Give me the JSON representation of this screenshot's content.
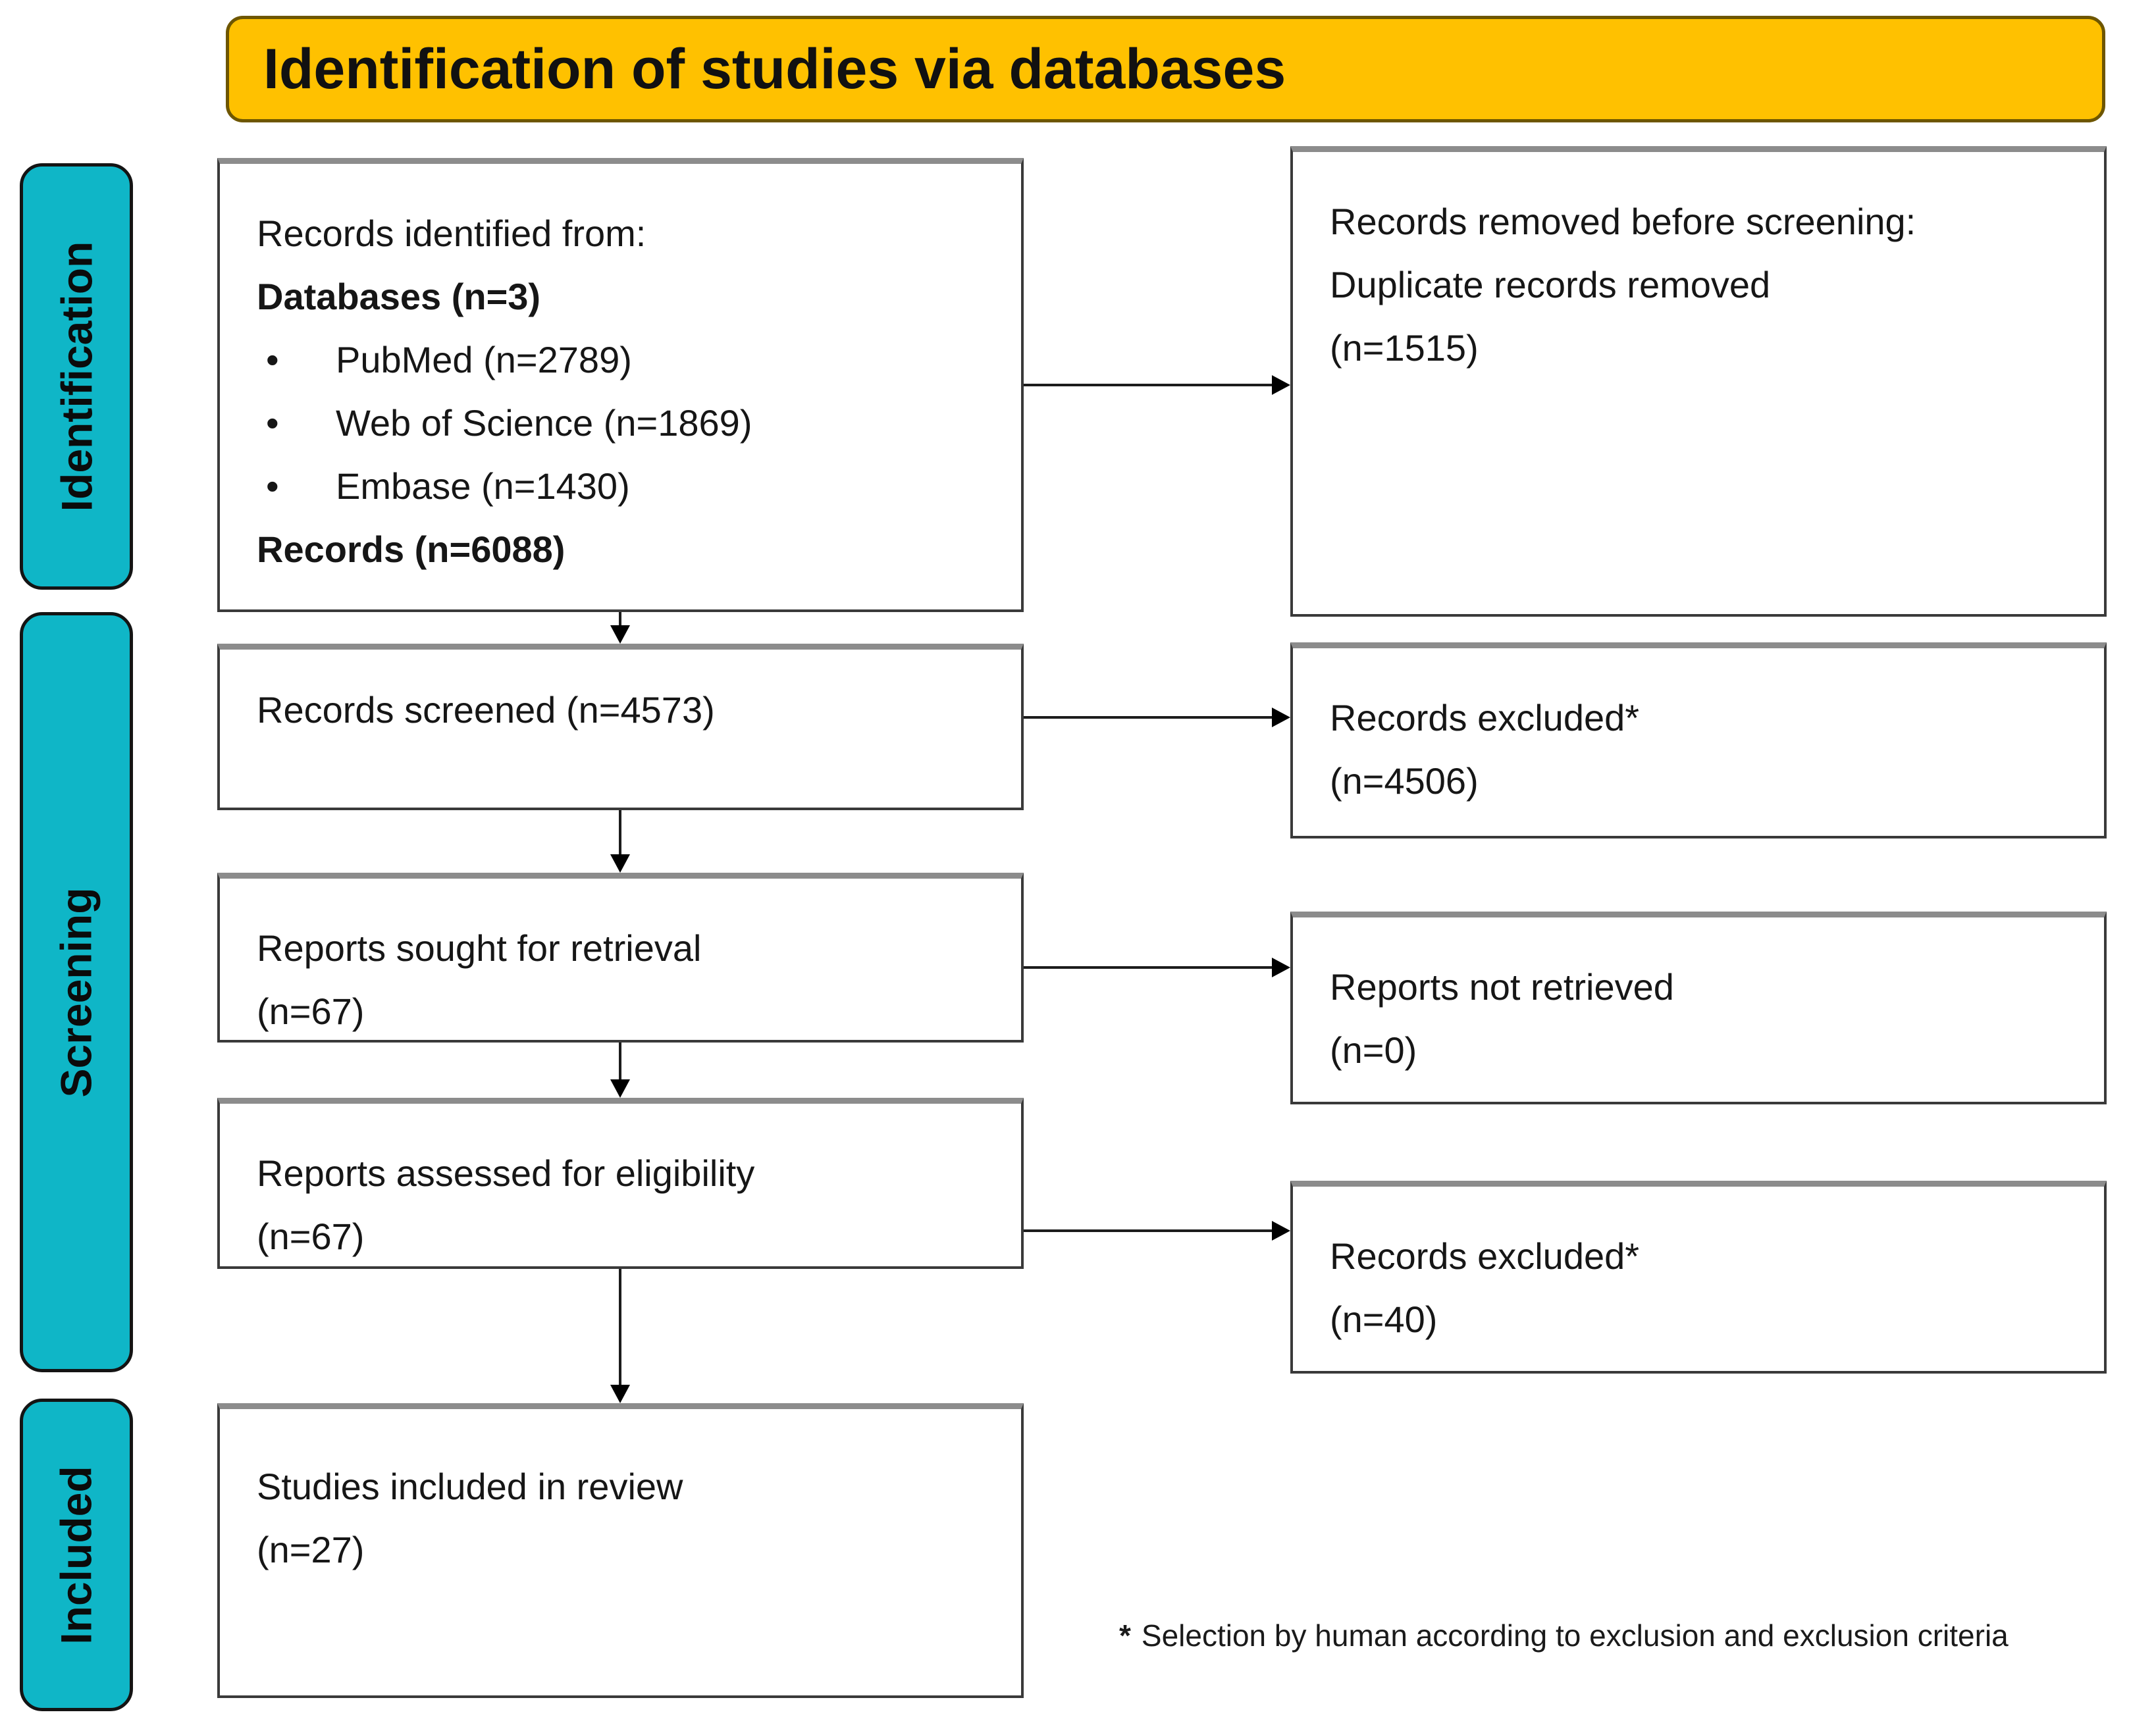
{
  "header": {
    "title": "Identification of studies via databases"
  },
  "stages": [
    {
      "label": "Identification"
    },
    {
      "label": "Screening"
    },
    {
      "label": "Included"
    }
  ],
  "boxes": {
    "identified": {
      "intro": "Records identified from:",
      "databases_total": "Databases (n=3)",
      "bullet_char": "•",
      "bullets": [
        "PubMed (n=2789)",
        "Web of Science (n=1869)",
        "Embase (n=1430)"
      ],
      "records_total": "Records (n=6088)"
    },
    "removed_before_screening": {
      "line1": "Records removed before screening:",
      "line2": "Duplicate records removed",
      "count": "(n=1515)"
    },
    "screened": {
      "line1": "Records screened (n=4573)"
    },
    "records_excluded_screening": {
      "line1": "Records excluded*",
      "count": "(n=4506)"
    },
    "sought_retrieval": {
      "line1": "Reports sought for retrieval",
      "count": "(n=67)"
    },
    "not_retrieved": {
      "line1": "Reports not retrieved",
      "count": "(n=0)"
    },
    "assessed_eligibility": {
      "line1": "Reports assessed for eligibility",
      "count": "(n=67)"
    },
    "records_excluded_eligibility": {
      "line1": "Records excluded*",
      "count": "(n=40)"
    },
    "included_review": {
      "line1": "Studies included in review",
      "count": "(n=27)"
    }
  },
  "footnote": {
    "marker": "*",
    "text": "Selection by human according to exclusion and exclusion criteria"
  },
  "colors": {
    "header_fill": "#FFC100",
    "stage_fill": "#0FB6C7"
  }
}
